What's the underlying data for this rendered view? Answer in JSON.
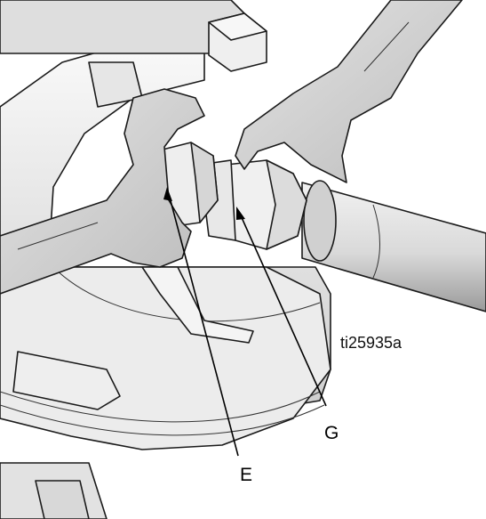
{
  "figure": {
    "image_code": "ti25935a",
    "callouts": [
      {
        "id": "E",
        "label": "E"
      },
      {
        "id": "G",
        "label": "G"
      }
    ]
  }
}
